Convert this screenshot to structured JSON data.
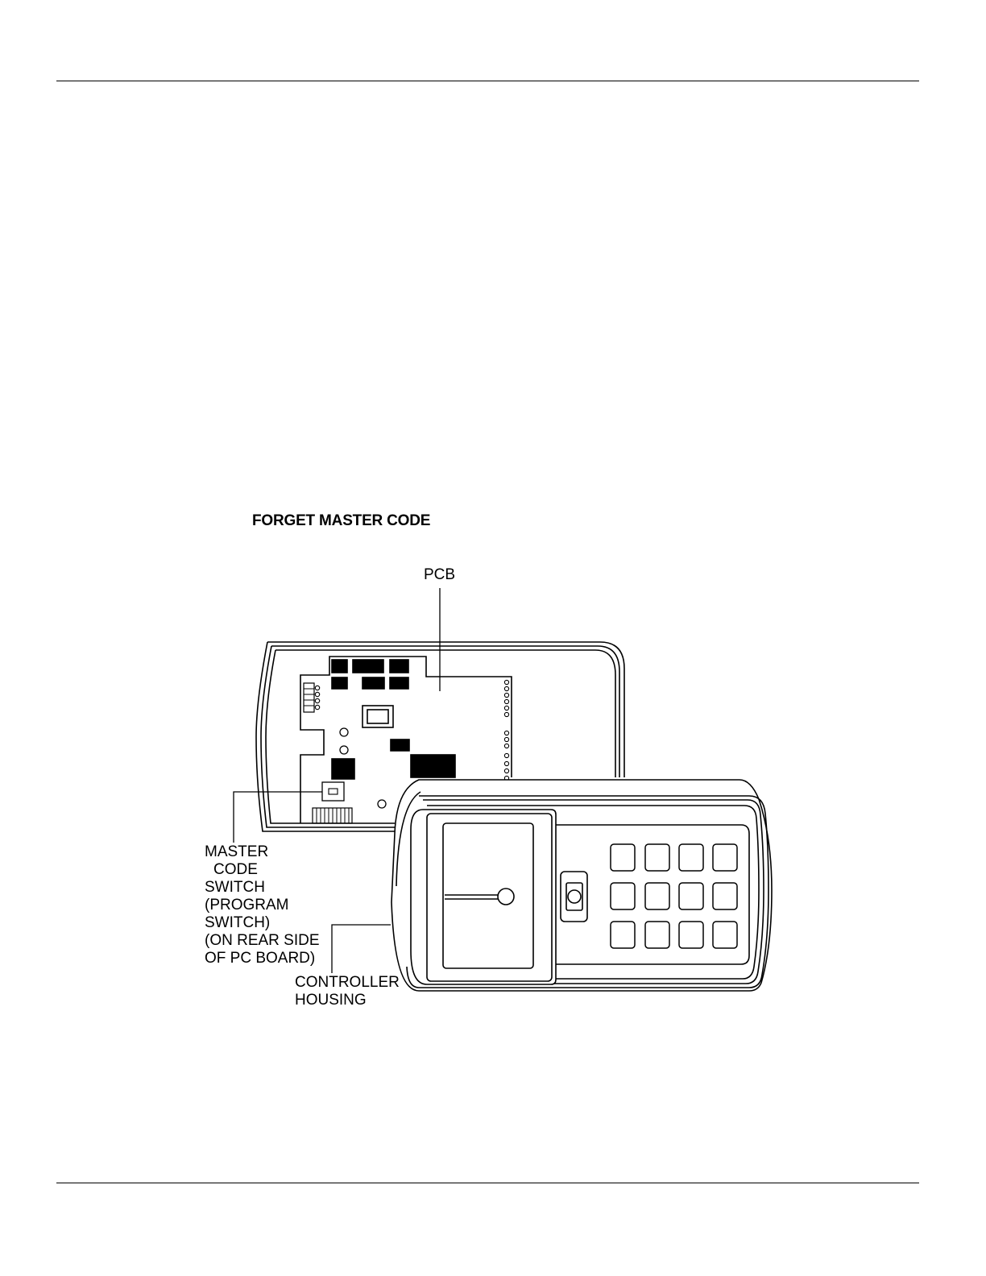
{
  "figure": {
    "title": "FORGET MASTER CODE"
  },
  "labels": {
    "pcb": "PCB",
    "master_code_switch": [
      "MASTER",
      "CODE",
      "SWITCH",
      "(PROGRAM",
      "SWITCH)",
      "(ON REAR SIDE",
      "OF PC BOARD)"
    ],
    "controller_housing": [
      "CONTROLLER",
      "HOUSING"
    ]
  }
}
